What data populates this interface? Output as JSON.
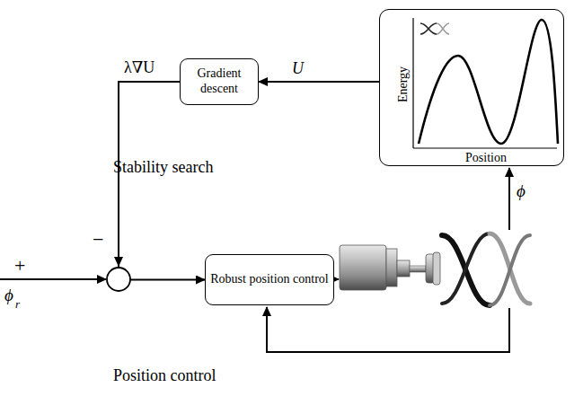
{
  "diagram": {
    "nodes": [
      {
        "text": [
          "Stability search"
        ]
      },
      {
        "text": [
          "Gradient descent"
        ],
        "in": 0
      },
      {
        "text": [
          "Energy",
          "Position"
        ],
        "in": 0
      },
      {
        "text": [
          "Position control"
        ]
      },
      {
        "text": [
          "Robust position control"
        ],
        "in": 3
      }
    ],
    "edges": [
      {
        "from": 2,
        "to": 1,
        "label": "U",
        "arrow": "to"
      },
      {
        "from": 1,
        "to": 4,
        "label": "λ∇U",
        "arrow": "to"
      }
    ],
    "labels": [
      "+",
      "−",
      "ϕ",
      "r",
      "ϕ"
    ]
  }
}
